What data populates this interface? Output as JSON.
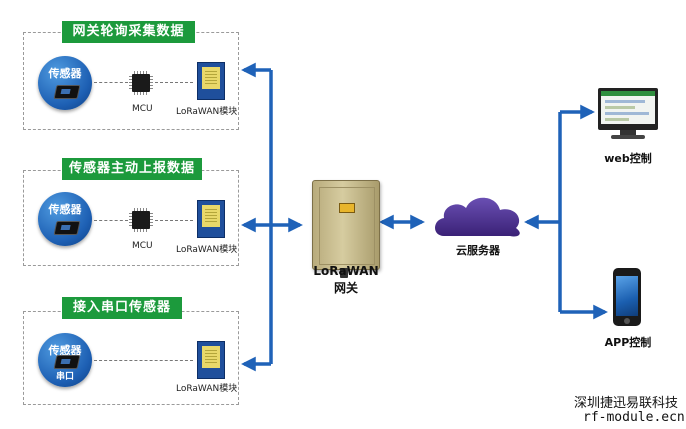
{
  "panels": [
    {
      "title": "网关轮询采集数据",
      "sensor_label": "传感器",
      "mcu_label": "MCU",
      "lora_label": "LoRaWAN模块",
      "has_mcu": true
    },
    {
      "title": "传感器主动上报数据",
      "sensor_label": "传感器",
      "mcu_label": "MCU",
      "lora_label": "LoRaWAN模块",
      "has_mcu": true
    },
    {
      "title": "接入串口传感器",
      "sensor_label": "传感器",
      "serial_label": "串口",
      "lora_label": "LoRaWAN模块",
      "has_mcu": false
    }
  ],
  "gateway": {
    "label_line1": "LoRaWAN",
    "label_line2": "网关"
  },
  "cloud": {
    "label": "云服务器"
  },
  "web": {
    "label": "web控制"
  },
  "app": {
    "label": "APP控制"
  },
  "watermark": {
    "company": "深圳捷迅易联科技",
    "url": "rf-module.ecn"
  },
  "colors": {
    "tag_green": "#1c9a3c",
    "arrow_blue": "#1f62b8",
    "cloud_purple": "#4a2f8c"
  }
}
